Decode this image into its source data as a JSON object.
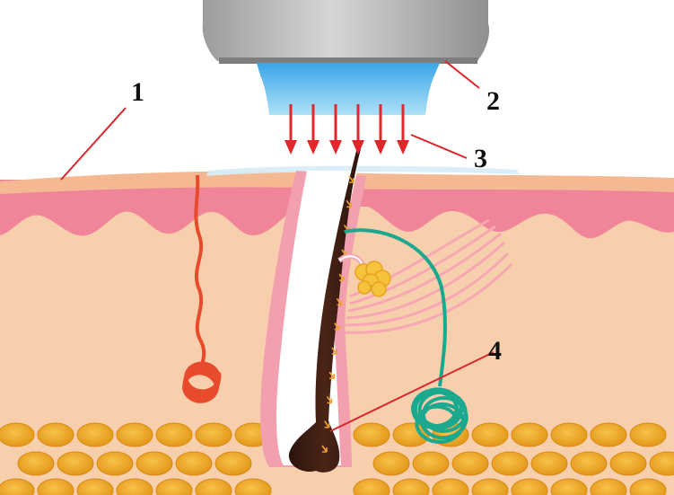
{
  "callouts": [
    {
      "id": "1",
      "label": "1"
    },
    {
      "id": "2",
      "label": "2"
    },
    {
      "id": "3",
      "label": "3"
    },
    {
      "id": "4",
      "label": "4"
    }
  ],
  "colors": {
    "background": "#ffffff",
    "dermis": "#f7cfad",
    "epidermis_pink": "#f0859a",
    "skin_surface": "#f4b992",
    "hair_shaft": "#3a1c14",
    "follicle_sheath": "#ffffff",
    "follicle_outer": "#f3a0ae",
    "fat_cells": "#f3b02a",
    "fat_cells_dark": "#d98a10",
    "sweat_gland_red": "#e84a2c",
    "nerve_teal": "#1aa88e",
    "sebaceous_gland": "#f6c33c",
    "device_body": "#a9a9a9",
    "device_window": "#5ab8ec",
    "arrows": "#e3262b",
    "gel_layer": "#d9ecf6",
    "leader_lines": "#d9262c"
  },
  "icons": {
    "energy_arrows": "down-arrow-icon",
    "hair_arrows": "small-arrow-icon"
  },
  "energy_arrow_count": 6
}
